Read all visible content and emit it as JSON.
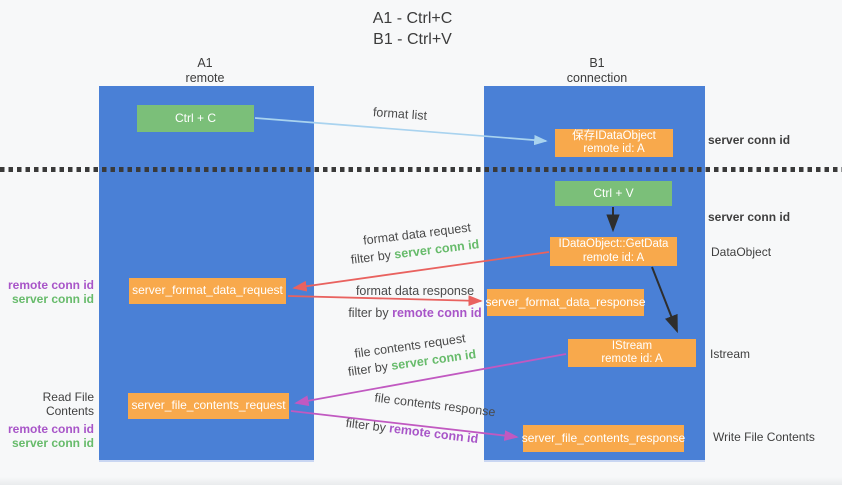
{
  "title": {
    "line1": "A1 - Ctrl+C",
    "line2": "B1 - Ctrl+V"
  },
  "columns": {
    "a1": {
      "name": "A1",
      "role": "remote"
    },
    "b1": {
      "name": "B1",
      "role": "connection"
    }
  },
  "nodes": {
    "ctrl_c": {
      "label": "Ctrl + C"
    },
    "save_idataobject": {
      "line1": "保存IDataObject",
      "line2": "remote id: A"
    },
    "ctrl_v": {
      "label": "Ctrl + V"
    },
    "getdata": {
      "line1": "IDataObject::GetData",
      "line2": "remote id: A"
    },
    "server_format_data_request": {
      "label": "server_format_data_request"
    },
    "server_format_data_response": {
      "label": "server_format_data_response"
    },
    "istream": {
      "line1": "IStream",
      "line2": "remote id: A"
    },
    "server_file_contents_request": {
      "label": "server_file_contents_request"
    },
    "server_file_contents_response": {
      "label": "server_file_contents_response"
    }
  },
  "flow_labels": {
    "format_list": "format list",
    "format_data_request": "format data request",
    "format_data_request_filter": {
      "prefix": "filter by ",
      "key": "server conn id"
    },
    "format_data_response": "format data response",
    "format_data_response_filter": {
      "prefix": "filter by ",
      "key": "remote conn id"
    },
    "file_contents_request": "file contents request",
    "file_contents_request_filter": {
      "prefix": "filter by ",
      "key": "server conn id"
    },
    "file_contents_response": "file contents response",
    "file_contents_response_filter": {
      "prefix": "filter by ",
      "key": "remote conn id"
    }
  },
  "side_labels": {
    "left_format": {
      "remote_conn_id": "remote conn id",
      "server_conn_id": "server conn id"
    },
    "left_file": {
      "title": "Read File Contents",
      "remote_conn_id": "remote conn id",
      "server_conn_id": "server conn id"
    },
    "right_save_server_conn_id": "server conn id",
    "right_ctrl_v_server_conn_id": "server conn id",
    "right_dataobject": "DataObject",
    "right_istream": "Istream",
    "right_write_file_contents": "Write File Contents"
  },
  "colors": {
    "bg": "#f7f8f9",
    "column_blue": "#4a80d6",
    "box_green": "#7bbf79",
    "box_orange": "#f8a94c",
    "accent_green": "#67bb6b",
    "accent_purple": "#a855c8",
    "arrow_red": "#e9625f",
    "arrow_magenta": "#c159c1",
    "arrow_lightblue": "#a9d3ef",
    "arrow_black": "#2e2e2e",
    "dotted_line": "#3a3a3a"
  }
}
